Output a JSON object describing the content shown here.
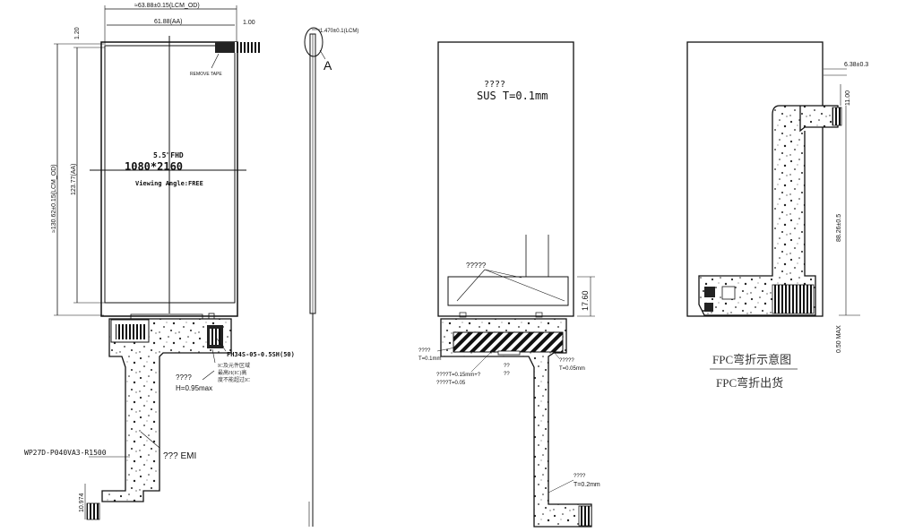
{
  "front_view": {
    "dim_lcm_width": "≈63.88±0.15(LCM_OD)",
    "dim_aa_width": "61.88(AA)",
    "dim_right_margin": "1.00",
    "dim_top_margin": "1.20",
    "dim_lcm_height": "≈130.62±0.15(LCM_OD)",
    "dim_aa_height": "123.77(AA)",
    "size_label": "5.5\"FHD",
    "resolution_label": "1080*2160",
    "viewing_angle_label": "Viewing Angle:FREE",
    "remove_tape_label": "REMOVE TAPE",
    "connector_label": "FH34S-05-0.5SH(50)",
    "ic_note": "IC及元件区域\n最高H(IC)高\n度不能超过IC",
    "ic_note_line1": "IC及元件区域",
    "ic_note_line2": "最高H(IC)高",
    "ic_note_line3": "度不能超过IC",
    "height_q": "????",
    "height_value": "H=0.95max",
    "emi_label": "??? EMI",
    "fpc_part_no": "WP27D-P040VA3-R1500",
    "fpc_width": "10.974"
  },
  "side_view": {
    "thickness_label": "1.470±0.1(LCM)",
    "detail_label": "A"
  },
  "back_view": {
    "sus_q": "????",
    "sus_label": "SUS T=0.1mm",
    "callout_q": "?????",
    "dim_17_60": "17.60",
    "left_note_q": "????",
    "left_note_t": "T=0.1mm",
    "mid_note_1": "????T=0.15mm+?",
    "mid_note_2": "????T=0.05",
    "center_q1": "??",
    "center_q2": "??",
    "right_note_q": "?????",
    "right_note_t": "T=0.05mm",
    "bottom_note_q": "????",
    "bottom_note_t": "T=0.2mm"
  },
  "folded_view": {
    "dim_top": "6.38±0.3",
    "dim_11": "11.00",
    "dim_long": "88.26±0.5",
    "dim_max": "0.50 MAX",
    "caption_1": "FPC弯折示意图",
    "caption_2": "FPC弯折出货"
  }
}
